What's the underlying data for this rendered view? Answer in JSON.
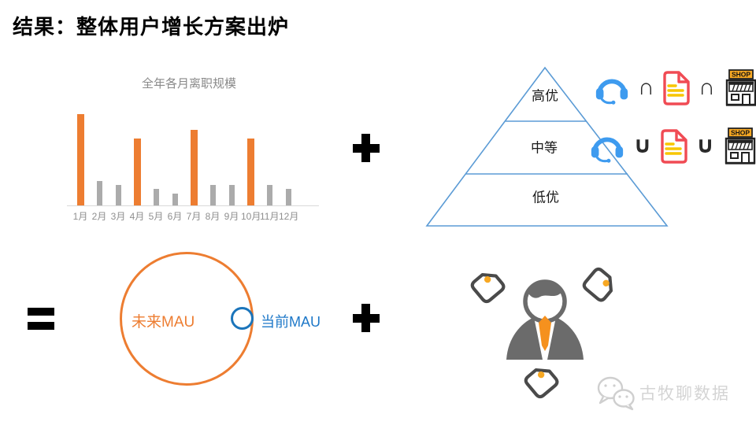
{
  "slide": {
    "title": "结果：整体用户增长方案出炉"
  },
  "chart_data": {
    "type": "bar",
    "title": "全年各月离职规模",
    "categories": [
      "1月",
      "2月",
      "3月",
      "4月",
      "5月",
      "6月",
      "7月",
      "8月",
      "9月",
      "10月",
      "11月",
      "12月"
    ],
    "values": [
      100,
      27,
      22,
      73,
      18,
      13,
      83,
      22,
      22,
      73,
      22,
      18
    ],
    "highlight_months": [
      "1月",
      "4月",
      "7月",
      "10月"
    ],
    "colors": {
      "highlight": "#ED7D31",
      "normal": "#ABABAB",
      "axis": "#d9d9d9",
      "text": "#8a8a8a"
    },
    "xlabel": "",
    "ylabel": "",
    "ylim": [
      0,
      100
    ],
    "grid": false,
    "legend": false
  },
  "formula": {
    "equals_sign": "=",
    "plus_sign": "+",
    "intersection": "∩",
    "union": "∪"
  },
  "pyramid": {
    "outline_color": "#5B9BD5",
    "tiers": [
      {
        "label": "高优"
      },
      {
        "label": "中等"
      },
      {
        "label": "低优"
      }
    ]
  },
  "icon_rows": [
    {
      "tier": "高优",
      "operator": "∩",
      "items": [
        "headset-icon",
        "document-icon",
        "shop-icon"
      ]
    },
    {
      "tier": "中等",
      "operator": "∪",
      "items": [
        "headset-icon",
        "document-icon",
        "shop-icon"
      ]
    }
  ],
  "shop_sign": "SHOP",
  "venn": {
    "big_label": "未来MAU",
    "big_color": "#ED7D31",
    "small_label": "当前MAU",
    "small_color": "#1B75BB"
  },
  "watermark": {
    "text": "古牧聊数据"
  }
}
